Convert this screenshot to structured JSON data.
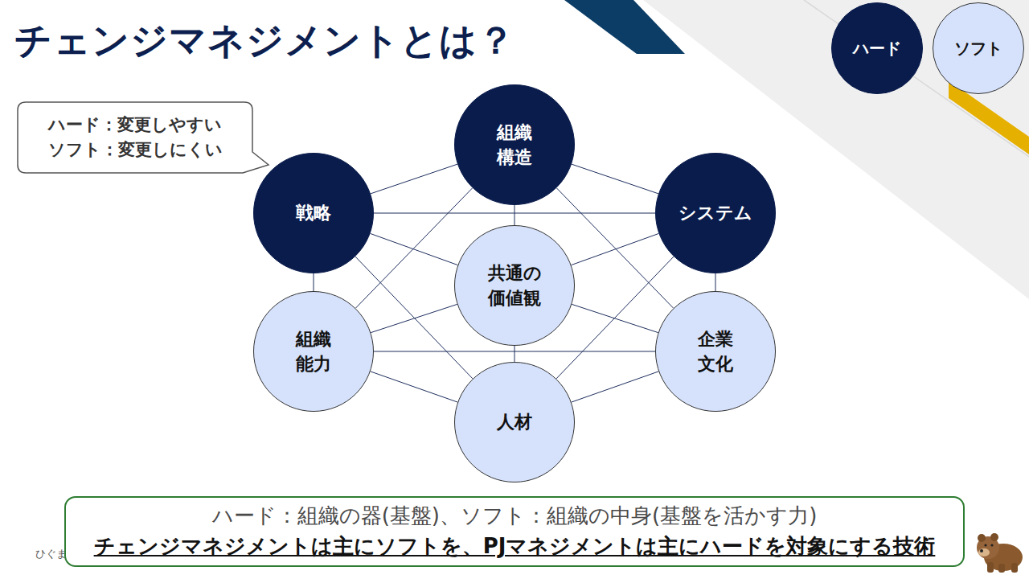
{
  "diagram": {
    "title": "チェンジマネジメントとは？",
    "nodes": [
      {
        "text": [
          "ハード：変更しやすい",
          "ソフト：変更しにくい"
        ]
      },
      {
        "text": [
          "組織 構造"
        ]
      },
      {
        "text": [
          "戦略"
        ]
      },
      {
        "text": [
          "システム"
        ]
      },
      {
        "text": [
          "共通の 価値観"
        ]
      },
      {
        "text": [
          "組織 能力"
        ]
      },
      {
        "text": [
          "企業 文化"
        ]
      },
      {
        "text": [
          "人材"
        ]
      },
      {
        "text": [
          "ハード：組織の器(基盤)、ソフト：組織の中身(基盤を活かす力)",
          "チェンジマネジメントは主にソフトを、PJマネジメントは主にハードを対象にする技術"
        ]
      }
    ],
    "edges": [
      {
        "from": 1,
        "to": 4,
        "arrow": "none"
      },
      {
        "from": 2,
        "to": 4,
        "arrow": "none"
      },
      {
        "from": 3,
        "to": 4,
        "arrow": "none"
      },
      {
        "from": 4,
        "to": 5,
        "arrow": "none"
      },
      {
        "from": 4,
        "to": 6,
        "arrow": "none"
      },
      {
        "from": 4,
        "to": 7,
        "arrow": "none"
      },
      {
        "from": 2,
        "to": 1,
        "arrow": "none"
      },
      {
        "from": 1,
        "to": 3,
        "arrow": "none"
      },
      {
        "from": 2,
        "to": 5,
        "arrow": "none"
      },
      {
        "from": 3,
        "to": 6,
        "arrow": "none"
      },
      {
        "from": 5,
        "to": 7,
        "arrow": "none"
      },
      {
        "from": 7,
        "to": 6,
        "arrow": "none"
      },
      {
        "from": 1,
        "to": 5,
        "arrow": "none"
      },
      {
        "from": 1,
        "to": 6,
        "arrow": "none"
      },
      {
        "from": 2,
        "to": 3,
        "arrow": "none"
      },
      {
        "from": 2,
        "to": 7,
        "arrow": "none"
      },
      {
        "from": 3,
        "to": 7,
        "arrow": "none"
      },
      {
        "from": 5,
        "to": 6,
        "arrow": "none"
      }
    ],
    "labels": [
      "ひぐま"
    ],
    "legend": [
      {
        "text": "ハード",
        "color": "#0a1c4c"
      },
      {
        "text": "ソフト",
        "color": "#d6e2fb"
      }
    ]
  }
}
